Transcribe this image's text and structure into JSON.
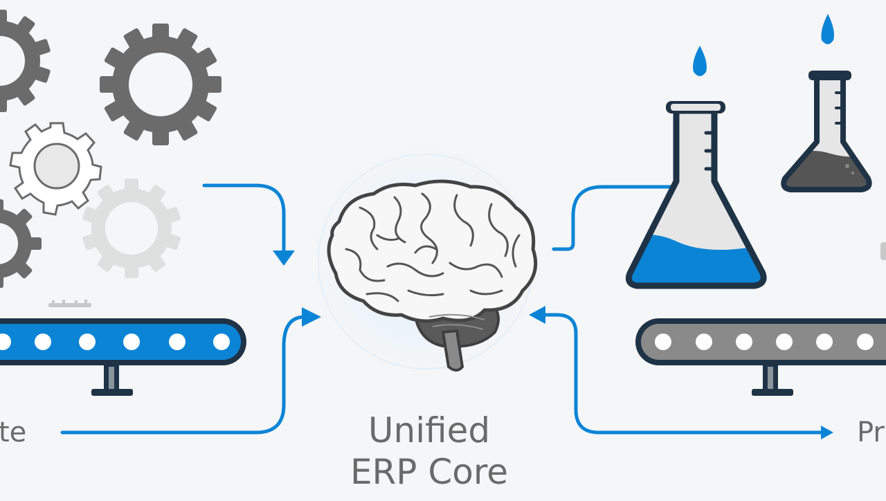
{
  "diagram": {
    "core_label_line1": "Unified",
    "core_label_line2": "ERP Core",
    "left_label": "te",
    "right_label": "Pr"
  },
  "colors": {
    "accent_blue": "#0b84d6",
    "navy_outline": "#1f3347",
    "gear_gray": "#6b6b6b",
    "gear_light": "#c4c4c4",
    "background": "#f5f6f7"
  },
  "icons": {
    "core": "brain-icon",
    "left_cluster": "gear-icon",
    "right_cluster": "flask-icon",
    "conveyors": "conveyor-belt-icon",
    "drops": "water-drop-icon"
  }
}
